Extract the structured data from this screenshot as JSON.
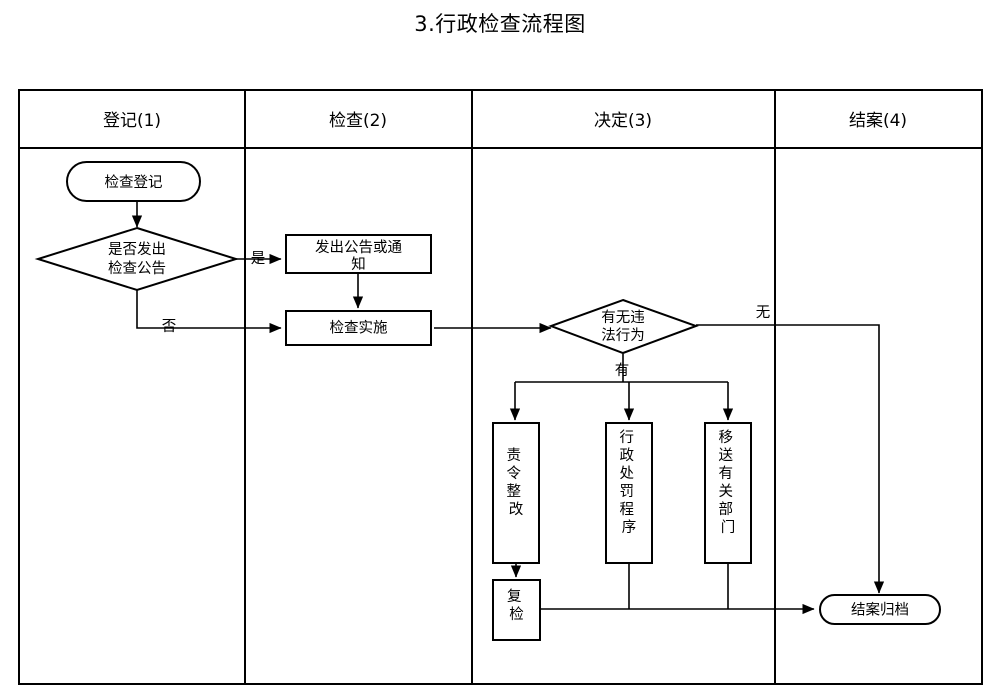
{
  "document": {
    "title": "3.行政检查流程图",
    "page_background": "#ffffff",
    "line_color": "#000000"
  },
  "table": {
    "columns": [
      {
        "id": "col-1",
        "label": "登记(1)"
      },
      {
        "id": "col-2",
        "label": "检查(2)"
      },
      {
        "id": "col-3",
        "label": "决定(3)"
      },
      {
        "id": "col-4",
        "label": "结案(4)"
      }
    ]
  },
  "flowchart": {
    "type": "flowchart",
    "orientation": "left-to-right-swimlanes",
    "nodes": [
      {
        "id": "n1",
        "label": "检查登记",
        "shape": "terminator-oval",
        "column": "登记(1)",
        "text_orientation": "horizontal"
      },
      {
        "id": "n2",
        "label": "是否发出检查公告",
        "shape": "decision-diamond",
        "column": "登记(1)",
        "text_orientation": "horizontal",
        "line1": "是否发出",
        "line2": "检查公告"
      },
      {
        "id": "n3",
        "label": "发出公告或通知",
        "shape": "process-rect",
        "column": "检查(2)",
        "text_orientation": "horizontal",
        "line1": "发出公告或通",
        "line2": "知"
      },
      {
        "id": "n4",
        "label": "检查实施",
        "shape": "process-rect",
        "column": "检查(2)",
        "text_orientation": "horizontal"
      },
      {
        "id": "n5",
        "label": "有无违法行为",
        "shape": "decision-diamond",
        "column": "决定(3)",
        "text_orientation": "horizontal",
        "line1": "有无违",
        "line2": "法行为"
      },
      {
        "id": "n6",
        "label": "责令整改",
        "shape": "process-rect",
        "column": "决定(3)",
        "text_orientation": "vertical"
      },
      {
        "id": "n7",
        "label": "行政处罚程序",
        "shape": "process-rect",
        "column": "决定(3)",
        "text_orientation": "vertical"
      },
      {
        "id": "n8",
        "label": "移送有关部门",
        "shape": "process-rect",
        "column": "决定(3)",
        "text_orientation": "vertical"
      },
      {
        "id": "n9",
        "label": "复检",
        "shape": "process-rect",
        "column": "决定(3)",
        "text_orientation": "vertical"
      },
      {
        "id": "n10",
        "label": "结案归档",
        "shape": "terminator-oval",
        "column": "结案(4)",
        "text_orientation": "horizontal"
      }
    ],
    "edges": [
      {
        "from": "n1",
        "to": "n2",
        "label": ""
      },
      {
        "from": "n2",
        "to": "n3",
        "label": "是"
      },
      {
        "from": "n2",
        "to": "n4",
        "label": "否"
      },
      {
        "from": "n3",
        "to": "n4",
        "label": ""
      },
      {
        "from": "n4",
        "to": "n5",
        "label": ""
      },
      {
        "from": "n5",
        "to": "n10",
        "label": "无"
      },
      {
        "from": "n5",
        "to": "n6",
        "label": "有"
      },
      {
        "from": "n5",
        "to": "n7",
        "label": "有"
      },
      {
        "from": "n5",
        "to": "n8",
        "label": "有"
      },
      {
        "from": "n6",
        "to": "n9",
        "label": ""
      },
      {
        "from": "n9",
        "to": "n10",
        "label": ""
      },
      {
        "from": "n7",
        "to": "n10",
        "label": ""
      },
      {
        "from": "n8",
        "to": "n10",
        "label": ""
      }
    ],
    "edge_labels": {
      "yes_announce": "是",
      "no_announce": "否",
      "no_violation": "无",
      "has_violation": "有"
    },
    "vertical_text": {
      "n6_chars": "责令整改",
      "n7_chars": "行政处罚程序",
      "n8_chars": "移送有关部门",
      "n9_chars": "复检"
    }
  }
}
